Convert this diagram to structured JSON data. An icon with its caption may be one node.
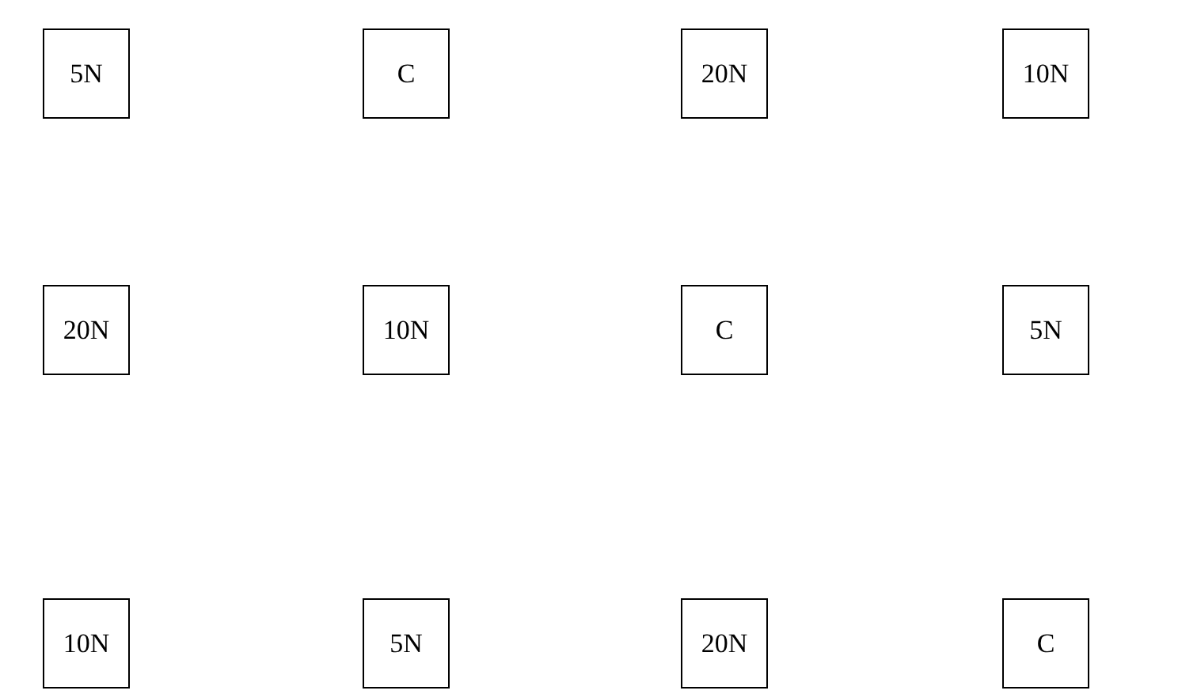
{
  "diagram": {
    "nodes": [
      {
        "text": [
          "5N"
        ]
      },
      {
        "text": [
          "C"
        ]
      },
      {
        "text": [
          "20N"
        ]
      },
      {
        "text": [
          "10N"
        ]
      },
      {
        "text": [
          "20N"
        ]
      },
      {
        "text": [
          "10N"
        ]
      },
      {
        "text": [
          "C"
        ]
      },
      {
        "text": [
          "5N"
        ]
      },
      {
        "text": [
          "10N"
        ]
      },
      {
        "text": [
          "5N"
        ]
      },
      {
        "text": [
          "20N"
        ]
      },
      {
        "text": [
          "C"
        ]
      }
    ]
  }
}
